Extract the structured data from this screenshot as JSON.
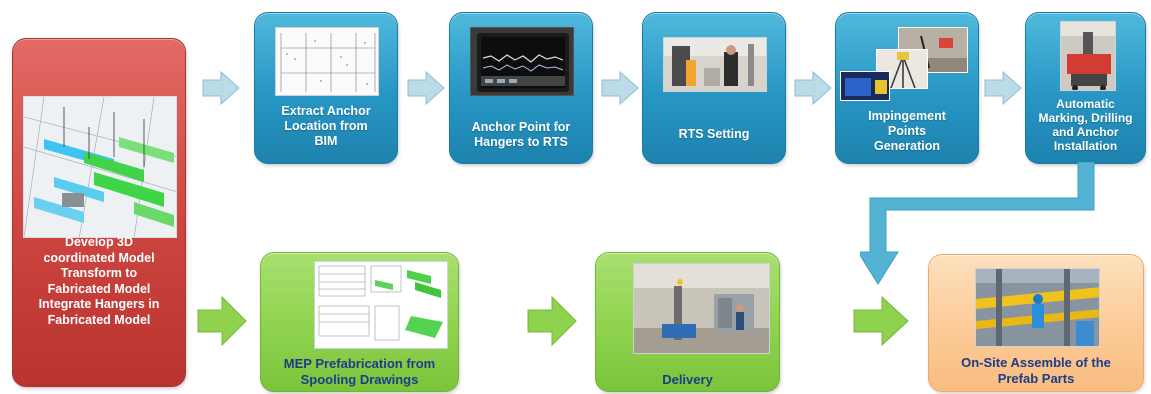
{
  "develop_box": {
    "line1": "Develop 3D\ncoordinated Model",
    "line2": "Transform to\nFabricated Model",
    "line3": "Integrate Hangers in\nFabricated Model"
  },
  "top_steps": [
    {
      "label": "Extract Anchor\nLocation from\nBIM"
    },
    {
      "label": "Anchor Point for\nHangers to RTS"
    },
    {
      "label": "RTS Setting"
    },
    {
      "label": "Impingement\nPoints\nGeneration"
    },
    {
      "label": "Automatic\nMarking, Drilling\nand Anchor\nInstallation"
    }
  ],
  "bottom_steps": [
    {
      "label": "MEP Prefabrication from\nSpooling Drawings"
    },
    {
      "label": "Delivery"
    }
  ],
  "final_step": {
    "label": "On-Site Assemble of the\nPrefab Parts"
  },
  "colors": {
    "blue_step": "#2796c4",
    "red_step": "#cc4540",
    "green_step": "#8ed24e",
    "orange_step": "#fbc995",
    "connector": "#54b3d3",
    "arrow_blue": "#b9d9e7",
    "arrow_green": "#8ed24e"
  }
}
